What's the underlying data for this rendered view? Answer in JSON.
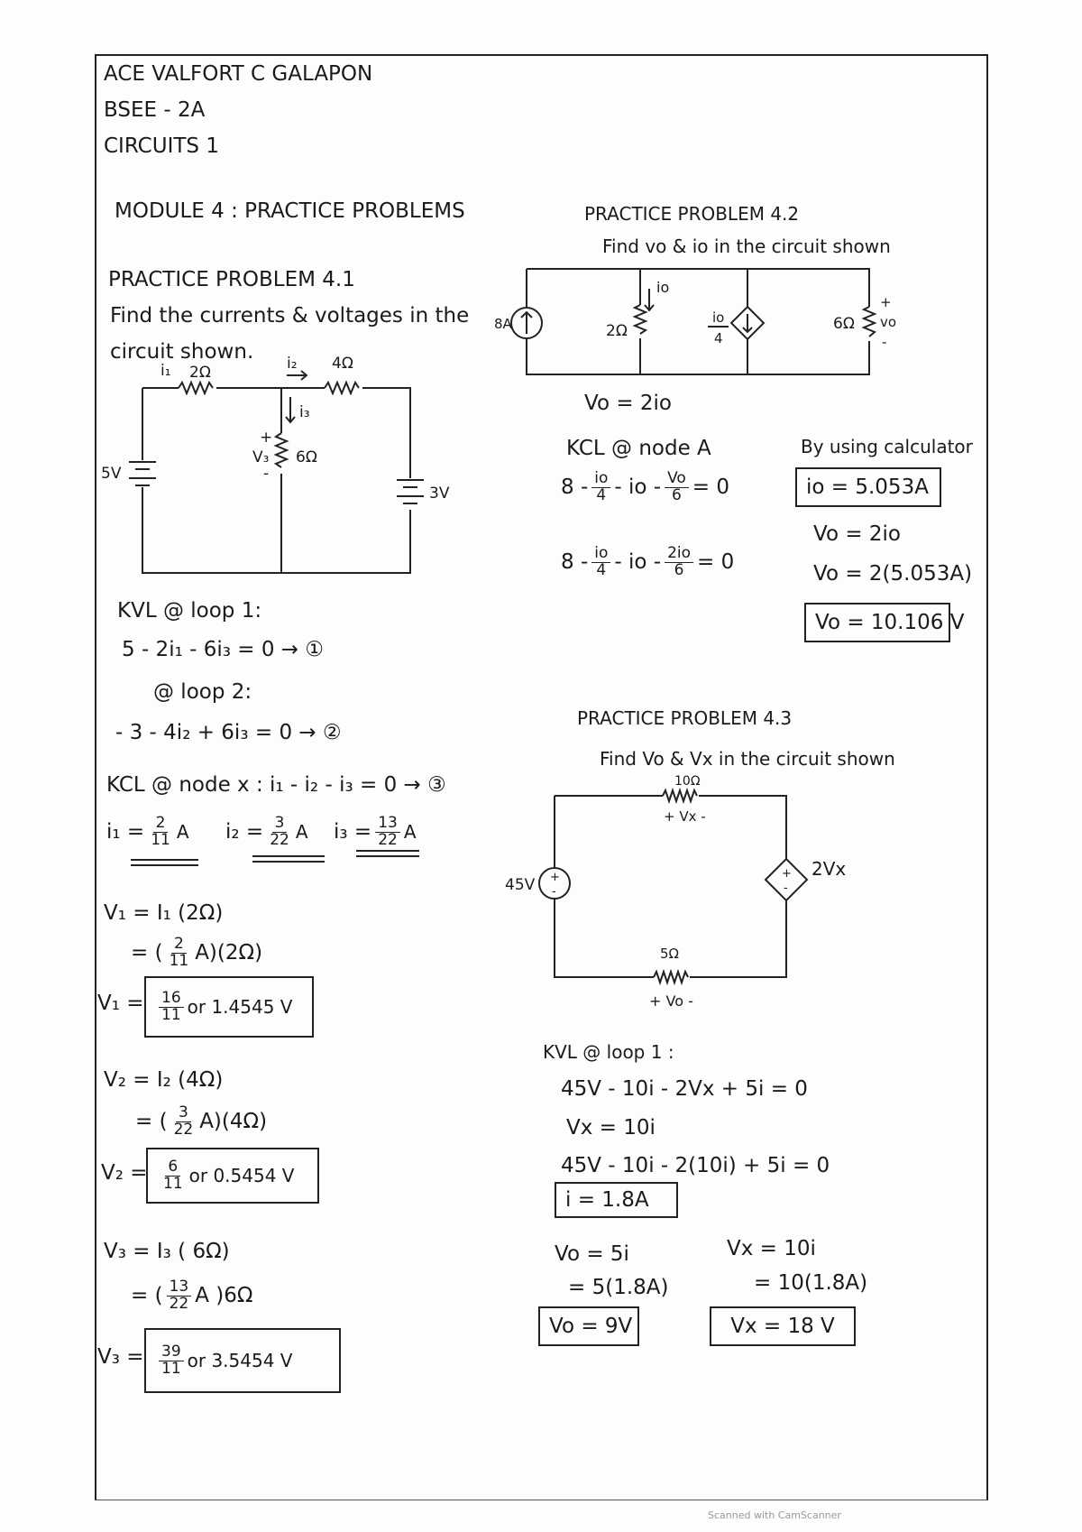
{
  "header": {
    "name": "ACE VALFORT C GALAPON",
    "section": "BSEE - 2A",
    "course": "CIRCUITS 1"
  },
  "module_title": "MODULE 4 : PRACTICE PROBLEMS",
  "p41": {
    "title": "PRACTICE PROBLEM 4.1",
    "prompt_line1": "Find the currents & voltages in the",
    "prompt_line2": "circuit shown.",
    "circuit": {
      "i1": "i₁",
      "r2": "2Ω",
      "i2": "i₂",
      "r4": "4Ω",
      "i3": "i₃",
      "v3": "V₃",
      "r6": "6Ω",
      "vs5": "5V",
      "vs3": "3V",
      "plus": "+",
      "minus": "-"
    },
    "kvl1_label": "KVL @ loop 1:",
    "kvl1_eq": "5 - 2i₁ - 6i₃ = 0 → ①",
    "kvl2_label": "@ loop 2:",
    "kvl2_eq": "- 3 - 4i₂ + 6i₃ = 0 → ②",
    "kcl_eq": "KCL @ node x : i₁ - i₂ - i₃ = 0 → ③",
    "i1_lhs": "i₁ =",
    "i1_num": "2",
    "i1_den": "11",
    "i1_unit": "A",
    "i2_lhs": "i₂ =",
    "i2_num": "3",
    "i2_den": "22",
    "i2_unit": "A",
    "i3_lhs": "i₃ =",
    "i3_num": "13",
    "i3_den": "22",
    "i3_unit": "A",
    "v1_line1": "V₁ = I₁ (2Ω)",
    "v1_line2_pre": "= (",
    "v1_line2_num": "2",
    "v1_line2_den": "11",
    "v1_line2_post": "A)(2Ω)",
    "v1_lhs": "V₁ =",
    "v1_num": "16",
    "v1_den": "11",
    "v1_rest": "or 1.4545 V",
    "v2_line1": "V₂ = I₂ (4Ω)",
    "v2_line2_pre": "= (",
    "v2_line2_num": "3",
    "v2_line2_den": "22",
    "v2_line2_post": "A)(4Ω)",
    "v2_lhs": "V₂ =",
    "v2_num": "6",
    "v2_den": "11",
    "v2_rest": "or 0.5454 V",
    "v3_line1": "V₃ = I₃ ( 6Ω)",
    "v3_line2_pre": "= (",
    "v3_line2_num": "13",
    "v3_line2_den": "22",
    "v3_line2_post": "A )6Ω",
    "v3_lhs": "V₃ =",
    "v3_num": "39",
    "v3_den": "11",
    "v3_rest": "or 3.5454 V"
  },
  "p42": {
    "title": "PRACTICE PROBLEM 4.2",
    "prompt": "Find vo & io in the circuit shown",
    "circuit": {
      "src": "8A",
      "r2": "2Ω",
      "io": "io",
      "dep_num": "io",
      "dep_den": "4",
      "r6": "6Ω",
      "vo": "vo",
      "plus": "+",
      "minus": "-"
    },
    "vo_eq": "Vo = 2io",
    "kcl_label": "KCL @ node A",
    "eq1_a": "8 -",
    "eq1_num1": "io",
    "eq1_den1": "4",
    "eq1_b": "- io -",
    "eq1_num2": "Vo",
    "eq1_den2": "6",
    "eq1_c": "= 0",
    "eq2_a": "8 -",
    "eq2_num1": "io",
    "eq2_den1": "4",
    "eq2_b": "- io -",
    "eq2_num2": "2io",
    "eq2_den2": "6",
    "eq2_c": "= 0",
    "calc_note": "By using calculator",
    "io_result": "io = 5.053A",
    "vo_line1": "Vo = 2io",
    "vo_line2": "Vo = 2(5.053A)",
    "vo_result": "Vo = 10.106 V"
  },
  "p43": {
    "title": "PRACTICE PROBLEM 4.3",
    "prompt": "Find Vo & Vx in the circuit shown",
    "circuit": {
      "r10": "10Ω",
      "vx": "+ Vx -",
      "src": "45V",
      "dep": "2Vx",
      "r5": "5Ω",
      "vo": "+ Vo -",
      "plus": "+",
      "minus": "-"
    },
    "kvl_label": "KVL @ loop 1 :",
    "eq1": "45V - 10i - 2Vx + 5i = 0",
    "eq2": "Vx = 10i",
    "eq3": "45V - 10i - 2(10i) + 5i = 0",
    "i_result": "i = 1.8A",
    "vo_line1": "Vo = 5i",
    "vo_line2": "= 5(1.8A)",
    "vo_result": "Vo = 9V",
    "vx_line1": "Vx = 10i",
    "vx_line2": "= 10(1.8A)",
    "vx_result": "Vx = 18 V"
  },
  "footer": "Scanned with CamScanner"
}
